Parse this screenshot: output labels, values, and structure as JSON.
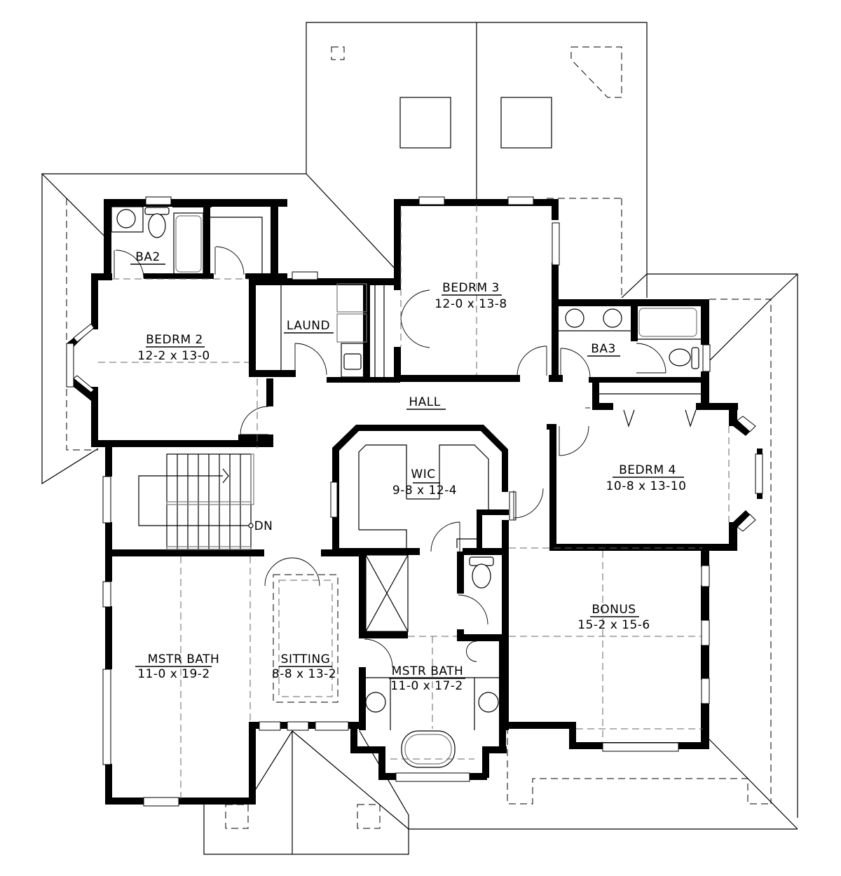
{
  "plan": {
    "type": "upper floor plan",
    "rooms": [
      {
        "id": "ba2",
        "name": "BA2",
        "dimensions": ""
      },
      {
        "id": "bedrm2",
        "name": "BEDRM 2",
        "dimensions": "12-2 x 13-0"
      },
      {
        "id": "laund",
        "name": "LAUND",
        "dimensions": ""
      },
      {
        "id": "bedrm3",
        "name": "BEDRM 3",
        "dimensions": "12-0 x 13-8"
      },
      {
        "id": "ba3",
        "name": "BA3",
        "dimensions": ""
      },
      {
        "id": "hall",
        "name": "HALL",
        "dimensions": ""
      },
      {
        "id": "wic",
        "name": "WIC",
        "dimensions": "9-8 x 12-4"
      },
      {
        "id": "bedrm4",
        "name": "BEDRM 4",
        "dimensions": "10-8 x 13-10"
      },
      {
        "id": "bonus",
        "name": "BONUS",
        "dimensions": "15-2 x 15-6"
      },
      {
        "id": "mstr_bath_left",
        "name": "MSTR BATH",
        "dimensions": "11-0 x 19-2"
      },
      {
        "id": "sitting",
        "name": "SITTING",
        "dimensions": "8-8 x 13-2"
      },
      {
        "id": "mstr_bath_center",
        "name": "MSTR BATH",
        "dimensions": "11-0 x 17-2"
      }
    ],
    "stair": {
      "label": "DN"
    }
  }
}
